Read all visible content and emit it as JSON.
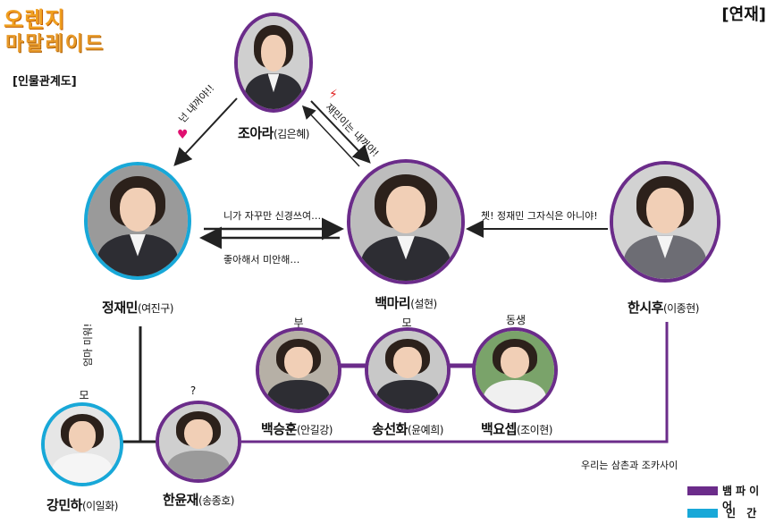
{
  "logo": {
    "line1": "오렌지",
    "line2": "마말레이드"
  },
  "section_tag": "[인물관계도]",
  "series_tag": "[연재]",
  "colors": {
    "vampire": "#6b2c8a",
    "human": "#18a8d8"
  },
  "characters": {
    "joara": {
      "name": "조아라",
      "actor": "(김은혜)"
    },
    "jaemin": {
      "name": "정재민",
      "actor": "(여진구)"
    },
    "mari": {
      "name": "백마리",
      "actor": "(설현)"
    },
    "sihu": {
      "name": "한시후",
      "actor": "(이종현)"
    },
    "seunghun": {
      "name": "백승훈",
      "actor": "(안길강)"
    },
    "seonhwa": {
      "name": "송선화",
      "actor": "(윤예희)"
    },
    "yoseb": {
      "name": "백요셉",
      "actor": "(조이현)"
    },
    "minha": {
      "name": "강민하",
      "actor": "(이일화)"
    },
    "yunjae": {
      "name": "한윤재",
      "actor": "(송종호)"
    }
  },
  "relations": {
    "joara_to_jaemin": "넌 내꺼야!!",
    "joara_mari": "재민이는 내꺼야!",
    "jaemin_to_mari": "니가 자꾸만 신경쓰여…",
    "mari_to_jaemin": "좋아해서 미안해…",
    "sihu_to_mari": "쳇! 정재민 그자식은 아니야!",
    "jaemin_minha": "엄마 미워!",
    "sihu_yunjae": "우리는 삼촌과 조카사이"
  },
  "family_labels": {
    "father": "부",
    "mother": "모",
    "brother": "동생",
    "minha_role": "모",
    "yunjae_role": "?"
  },
  "legend": [
    {
      "label": "뱀파이어",
      "color": "#6b2c8a"
    },
    {
      "label": "인 간",
      "color": "#18a8d8"
    }
  ]
}
